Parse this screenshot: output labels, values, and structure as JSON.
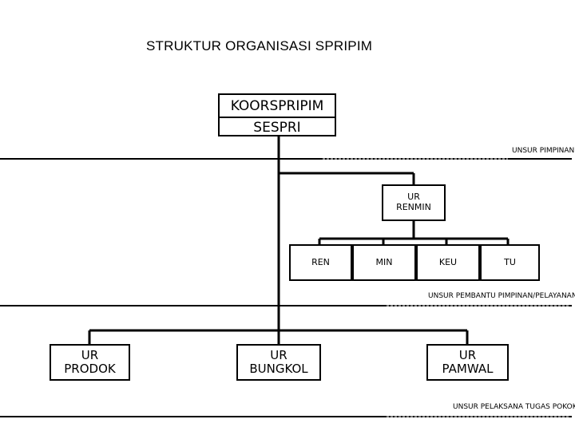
{
  "title": "STRUKTUR ORGANISASI SPRIPIM",
  "head": {
    "top": "KOORSPRIPIM",
    "bottom": "SESPRI"
  },
  "levels": {
    "pimpinan": "UNSUR PIMPINAN",
    "pembantu": "UNSUR  PEMBANTU PIMPINAN/PELAYANAN",
    "pelaksana": "UNSUR PELAKSANA TUGAS POKOK"
  },
  "renmin": {
    "line1": "UR",
    "line2": "RENMIN"
  },
  "subunits": [
    "REN",
    "MIN",
    "KEU",
    "TU"
  ],
  "units": [
    {
      "line1": "UR",
      "line2": "PRODOK"
    },
    {
      "line1": "UR",
      "line2": "BUNGKOL"
    },
    {
      "line1": "UR",
      "line2": "PAMWAL"
    }
  ]
}
